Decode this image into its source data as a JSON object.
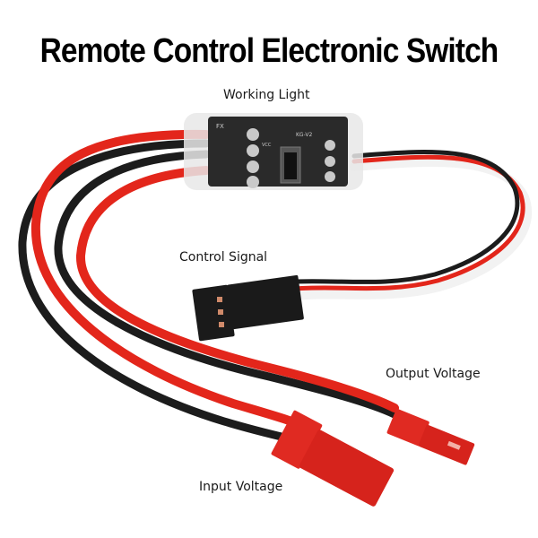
{
  "title": "Remote Control Electronic Switch",
  "labels": {
    "working_light": "Working Light",
    "control_signal": "Control Signal",
    "output_voltage": "Output Voltage",
    "input_voltage": "Input Voltage"
  },
  "board": {
    "marking_fx": "FX",
    "marking_model": "KG-V2",
    "marking_vcc": "VCC"
  },
  "colors": {
    "wire_red": "#e3261b",
    "wire_black": "#1c1c1c",
    "wire_white": "#f2f2f2",
    "connector_red": "#e02a22",
    "servo_plug": "#1a1a1a",
    "pcb": "#2a2a2a"
  }
}
